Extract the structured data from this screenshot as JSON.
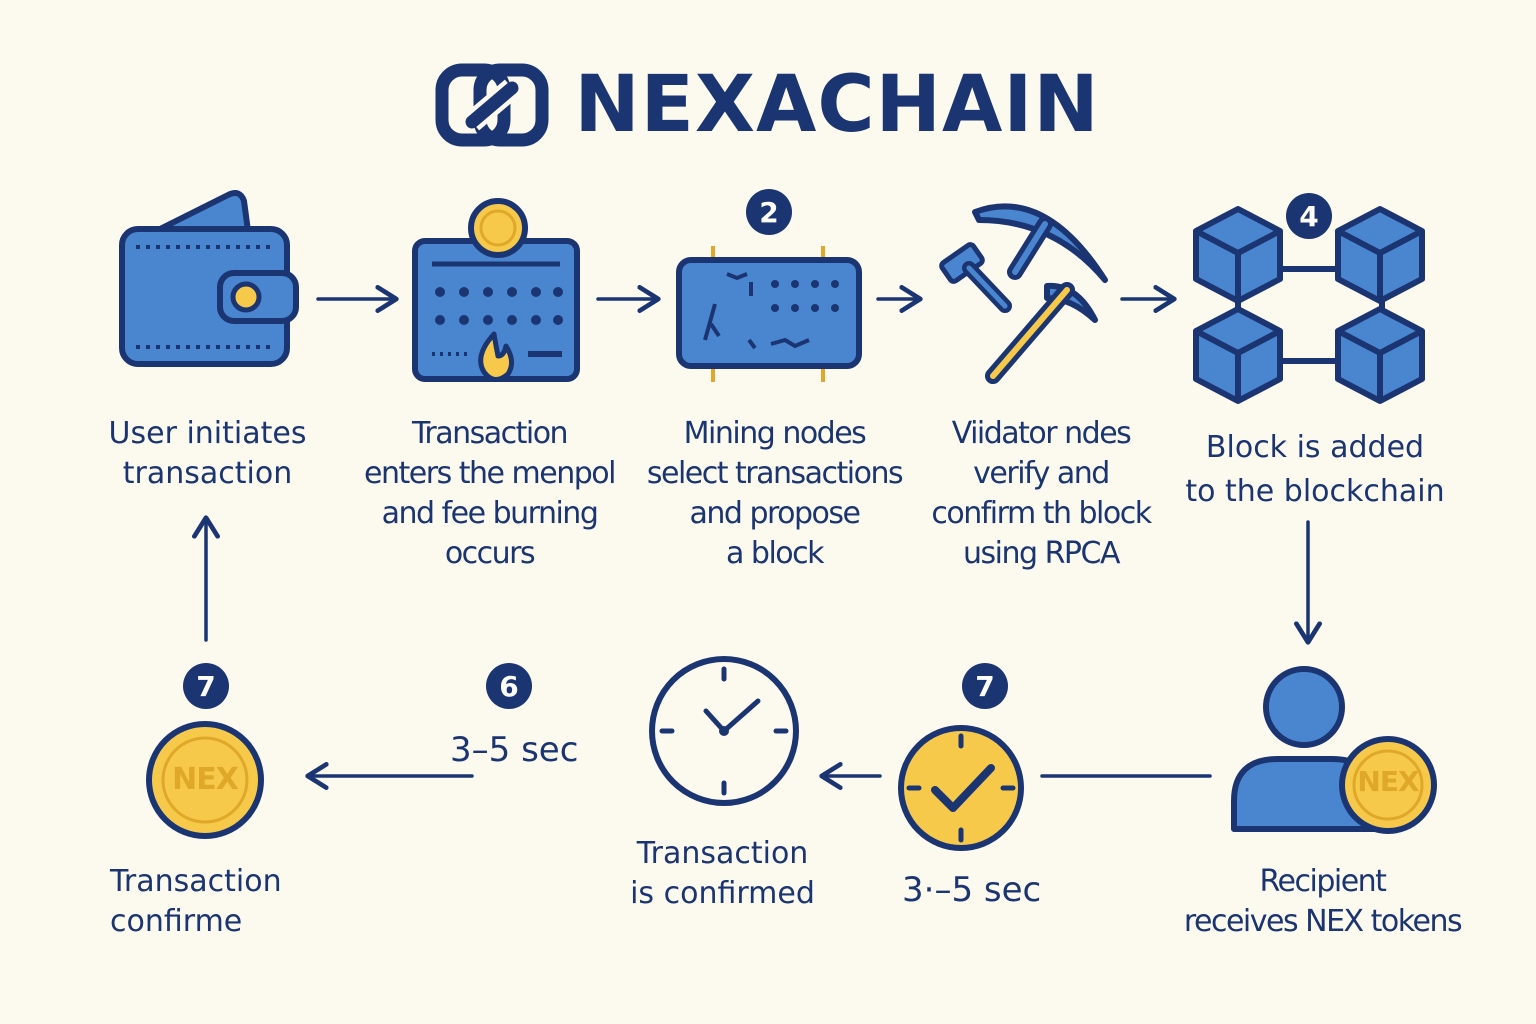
{
  "title": "NEXACHAIN",
  "steps": {
    "wallet": "User initiates\ntransaction",
    "mempool": "Transaction\nenters the menpol\nand fee burning\noccurs",
    "mining": "Mining nodes\nselect transactions\nand propose\na block",
    "validator": "Viidator ndes\nverify and\nconfirm th block\nusing RPCA",
    "block": "Block is added\nto the blockchain",
    "recipient": "Recipient\nreceives NEX tokens",
    "confirmed_mid": "Transaction\nis confirmed",
    "confirmed_left": "Transaction\nconfirme"
  },
  "badges": {
    "mining": "2",
    "block": "4",
    "timer": "7",
    "sec_left": "6",
    "coin_left": "7"
  },
  "times": {
    "left": "3–5 sec",
    "timer": "3·–5 sec"
  },
  "coin": {
    "recipient": "NEX",
    "left": "NEX"
  },
  "colors": {
    "navy": "#1b3572",
    "blue": "#4a86d0",
    "gold": "#f6c94b",
    "background": "#fcf9ef"
  }
}
